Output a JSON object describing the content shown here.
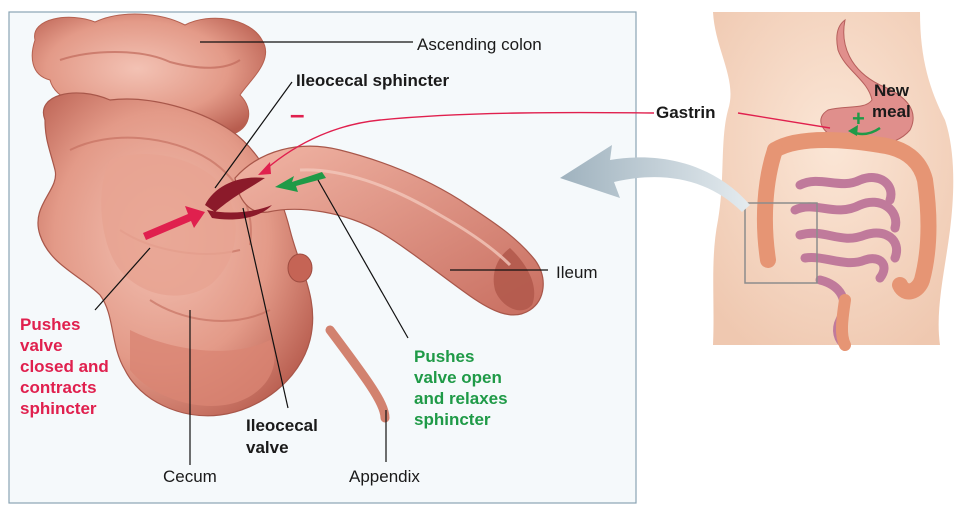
{
  "labels": {
    "ascending_colon": "Ascending colon",
    "ileocecal_sphincter": "Ileocecal sphincter",
    "minus_sign": "–",
    "gastrin": "Gastrin",
    "new_meal_line1": "New",
    "new_meal_line2": "meal",
    "plus_sign": "+",
    "ileum": "Ileum",
    "pushes_closed": [
      "Pushes",
      "valve",
      "closed and",
      "contracts",
      "sphincter"
    ],
    "pushes_open": [
      "Pushes",
      "valve open",
      "and relaxes",
      "sphincter"
    ],
    "ileocecal_valve_line1": "Ileocecal",
    "ileocecal_valve_line2": "valve",
    "cecum": "Cecum",
    "appendix": "Appendix"
  },
  "colors": {
    "tissue": "#e9a08f",
    "tissue_dark": "#c96b5c",
    "red_text": "#e0204e",
    "green_text": "#1f9a47",
    "panel_bg": "#f4f8fa",
    "panel_border": "#8aa3b3",
    "skin": "#f6dcc8"
  }
}
